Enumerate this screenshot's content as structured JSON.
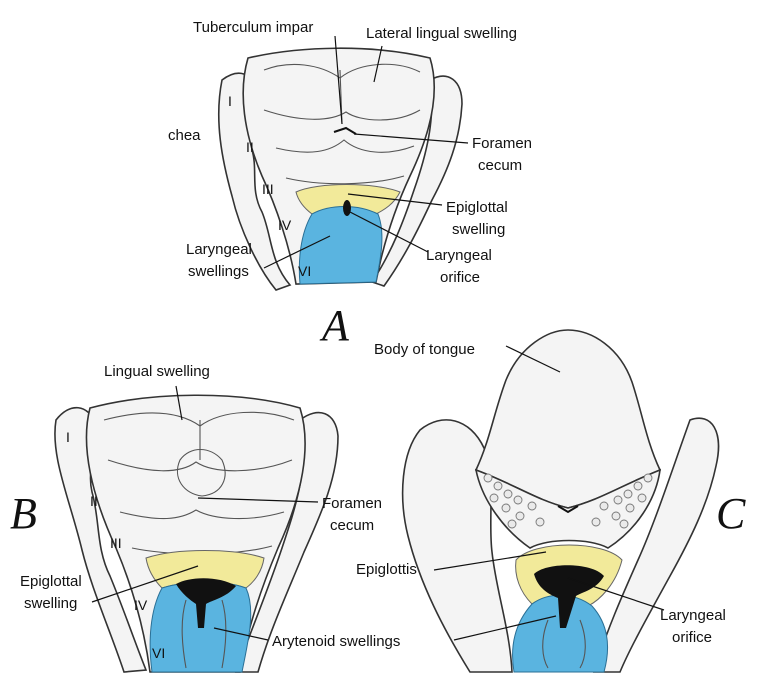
{
  "panels": {
    "A": {
      "letter": "A",
      "labels": {
        "tuberculum_impar": "Tuberculum impar",
        "lateral_lingual_swelling": "Lateral lingual swelling",
        "trachea_fragment": "chea",
        "foramen_cecum_1": "Foramen",
        "foramen_cecum_2": "cecum",
        "epiglottal_swelling_1": "Epiglottal",
        "epiglottal_swelling_2": "swelling",
        "laryngeal_orifice_1": "Laryngeal",
        "laryngeal_orifice_2": "orifice",
        "laryngeal_swellings_1": "Laryngeal",
        "laryngeal_swellings_2": "swellings"
      },
      "arches": [
        "I",
        "II",
        "III",
        "IV",
        "VI"
      ]
    },
    "B": {
      "letter": "B",
      "labels": {
        "lingual_swelling": "Lingual swelling",
        "foramen_cecum_1": "Foramen",
        "foramen_cecum_2": "cecum",
        "epiglottal_swelling_1": "Epiglottal",
        "epiglottal_swelling_2": "swelling",
        "arytenoid_swellings": "Arytenoid swellings"
      },
      "arches": [
        "I",
        "II",
        "III",
        "IV",
        "VI"
      ]
    },
    "C": {
      "letter": "C",
      "labels": {
        "body_of_tongue": "Body of tongue",
        "epiglottis": "Epiglottis",
        "laryngeal_orifice_1": "Laryngeal",
        "laryngeal_orifice_2": "orifice"
      }
    }
  },
  "colors": {
    "epiglottal": "#f2ea9a",
    "arytenoid": "#5ab4e0"
  }
}
